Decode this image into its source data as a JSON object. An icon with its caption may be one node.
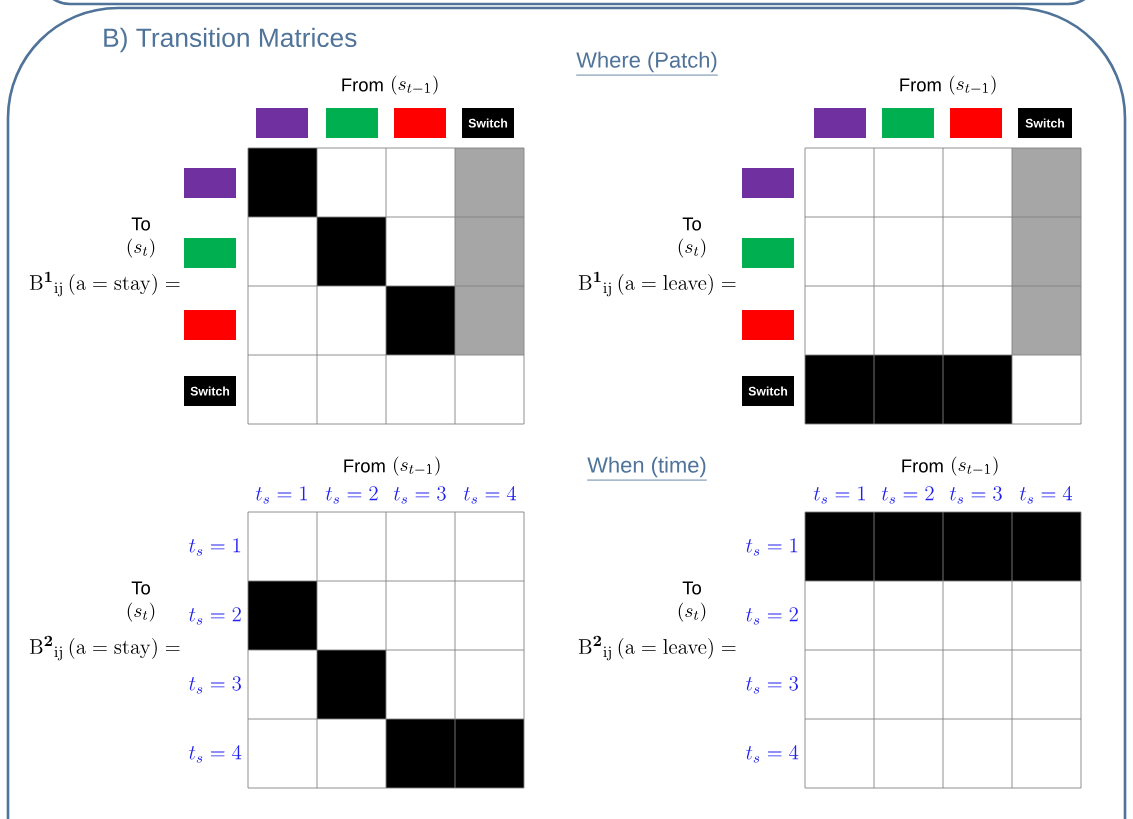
{
  "diagram": {
    "nodes": [
      {
        "text": [
          "B) Transition Matrices"
        ]
      },
      {
        "text": [],
        "shape": "box",
        "in": 0
      },
      {
        "text": [],
        "shape": "box",
        "in": 0
      },
      {
        "text": [],
        "shape": "box",
        "in": 0
      },
      {
        "text": [
          "Switch"
        ],
        "in": 0
      },
      {
        "text": [],
        "shape": "box",
        "in": 0
      },
      {
        "text": [],
        "shape": "box",
        "in": 0
      },
      {
        "text": [],
        "shape": "box",
        "in": 0
      },
      {
        "text": [
          "Switch"
        ],
        "in": 0
      },
      {
        "text": [],
        "shape": "box",
        "in": 0
      },
      {
        "text": [],
        "shape": "box",
        "in": 0
      },
      {
        "text": [],
        "shape": "box",
        "in": 0
      },
      {
        "text": [
          "Switch"
        ],
        "in": 0
      },
      {
        "text": [],
        "shape": "box",
        "in": 0
      },
      {
        "text": [],
        "shape": "box",
        "in": 0
      },
      {
        "text": [],
        "shape": "box",
        "in": 0
      },
      {
        "text": [
          "Switch"
        ],
        "in": 0
      }
    ],
    "labels": [
      "Where (Patch)",
      "From",
      "(s_{t-1})",
      "From",
      "(s_{t-1})",
      "To",
      "To",
      "(s_t)",
      "(s_t)",
      "\\mathrm{B}^{\\mathbf{1}}{}_{\\mathrm{ij}}\\left(\\mathrm{a}=\\mathrm{stay}\\right)=",
      "\\mathrm{B}^{\\mathbf{1}}{}_{\\mathrm{ij}}\\left(\\mathrm{a}=\\mathrm{leave}\\right)=",
      "From",
      "(s_{t-1})",
      "When (time)",
      "From",
      "(s_{t-1})",
      "t_s = 1",
      "t_s = 2",
      "t_s = 3",
      "t_s = 4",
      "t_s = 1",
      "t_s = 2",
      "t_s = 3",
      "t_s = 4",
      "t_s = 1",
      "t_s = 1",
      "To",
      "To",
      "(s_t)",
      "t_s = 2",
      "(s_t)",
      "t_s = 2",
      "\\mathrm{B}^{\\mathbf{2}}{}_{\\mathrm{ij}}\\left(\\mathrm{a}=\\mathrm{stay}\\right)=",
      "\\mathrm{B}^{\\mathbf{2}}{}_{\\mathrm{ij}}\\left(\\mathrm{a}=\\mathrm{leave}\\right)=",
      "t_s = 3",
      "t_s = 3",
      "t_s = 4",
      "t_s = 4"
    ]
  }
}
